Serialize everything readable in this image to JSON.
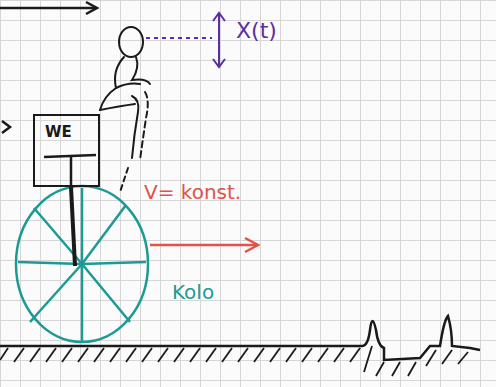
{
  "diagram": {
    "nodes": [
      {
        "text": [
          "WE"
        ]
      }
    ],
    "labels": [
      "X(t)",
      "V= konst.",
      "Kolo"
    ]
  }
}
